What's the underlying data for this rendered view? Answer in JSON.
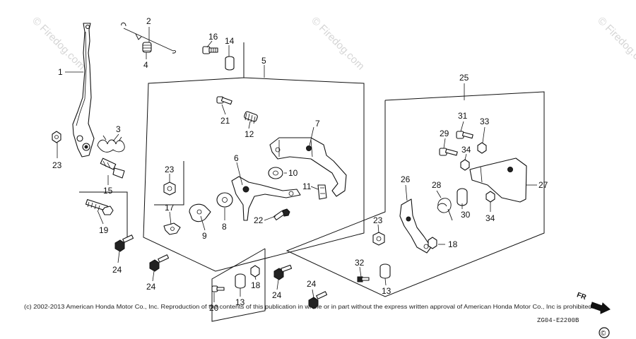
{
  "watermark": {
    "text": "© Firedog.com"
  },
  "copyright": "(c) 2002-2013 American Honda Motor Co., Inc. Reproduction of the contents of this publication in whole or in part without the express written approval of American Honda Motor Co., Inc is prohibited.",
  "diagram_code": "ZG04-E2200B",
  "direction_label": "FR",
  "corner_mark": "©",
  "callouts": {
    "c1": "1",
    "c2": "2",
    "c3": "3",
    "c4": "4",
    "c5": "5",
    "c6": "6",
    "c7": "7",
    "c8": "8",
    "c9": "9",
    "c10": "10",
    "c11": "11",
    "c12": "12",
    "c13a": "13",
    "c13b": "13",
    "c14": "14",
    "c15": "15",
    "c16": "16",
    "c17": "17",
    "c18a": "18",
    "c18b": "18",
    "c19": "19",
    "c20": "20",
    "c21": "21",
    "c22": "22",
    "c23a": "23",
    "c23b": "23",
    "c23c": "23",
    "c24a": "24",
    "c24b": "24",
    "c24c": "24",
    "c24d": "24",
    "c25": "25",
    "c26": "26",
    "c27": "27",
    "c28": "28",
    "c29": "29",
    "c30": "30",
    "c31": "31",
    "c32": "32",
    "c33": "33",
    "c34a": "34",
    "c34b": "34"
  }
}
